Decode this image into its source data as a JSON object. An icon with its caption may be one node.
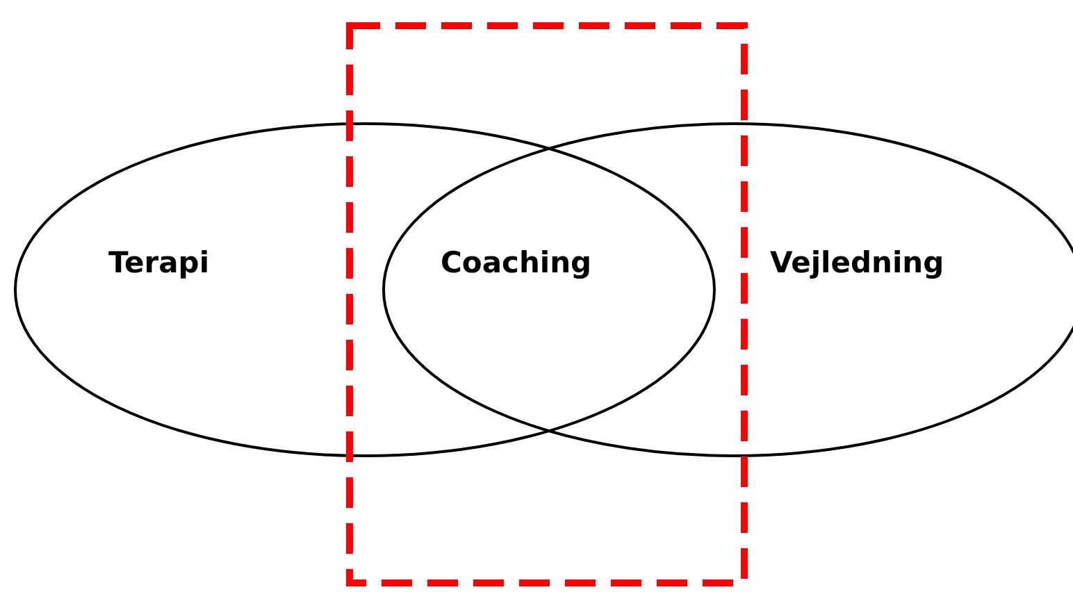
{
  "diagram": {
    "nodes": [
      {
        "text": [
          "Terapi"
        ]
      },
      {
        "text": [
          "Vejledning"
        ]
      },
      {
        "text": [
          "Coaching"
        ]
      }
    ]
  }
}
